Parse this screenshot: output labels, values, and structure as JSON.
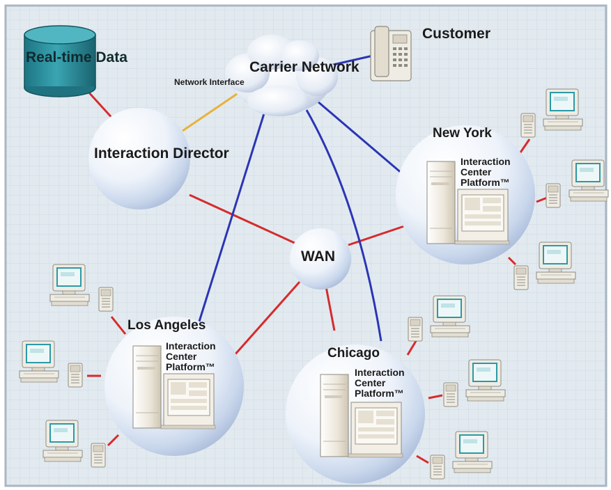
{
  "nodes": {
    "realtime_data": "Real-time Data",
    "carrier_network": "Carrier Network",
    "customer": "Customer",
    "network_interface": "Network Interface",
    "interaction_director": "Interaction Director",
    "wan": "WAN",
    "new_york": "New York",
    "los_angeles": "Los Angeles",
    "chicago": "Chicago"
  },
  "platform_label": [
    "Interaction",
    "Center",
    "Platform™"
  ],
  "colors": {
    "background": "#e2eaf0",
    "grid": "#ccd8e2",
    "red_link": "#d62b2b",
    "blue_link": "#2b35b5",
    "orange_link": "#e8b23a",
    "database": "#2a8c9a",
    "bubble": "#d2dff0"
  }
}
